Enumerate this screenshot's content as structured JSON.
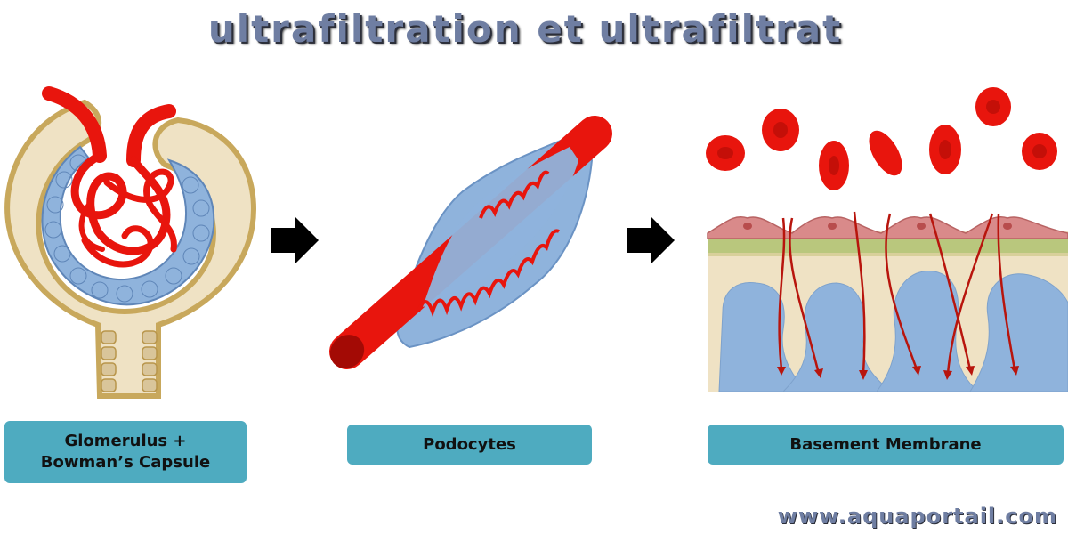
{
  "title": "ultrafiltration et ultrafiltrat",
  "panels": [
    {
      "label_line1": "Glomerulus +",
      "label_line2": "Bowman’s Capsule"
    },
    {
      "label": "Podocytes"
    },
    {
      "label": "Basement Membrane"
    }
  ],
  "watermark": "www.aquaportail.com",
  "colors": {
    "blood": "#e8150d",
    "capsule": "#efe2c4",
    "capsule_border": "#c8a85c",
    "epithelium": "#8fb3dc",
    "label_bg": "#4eabc0",
    "title": "#6f7ea2",
    "arrow": "#000000"
  }
}
